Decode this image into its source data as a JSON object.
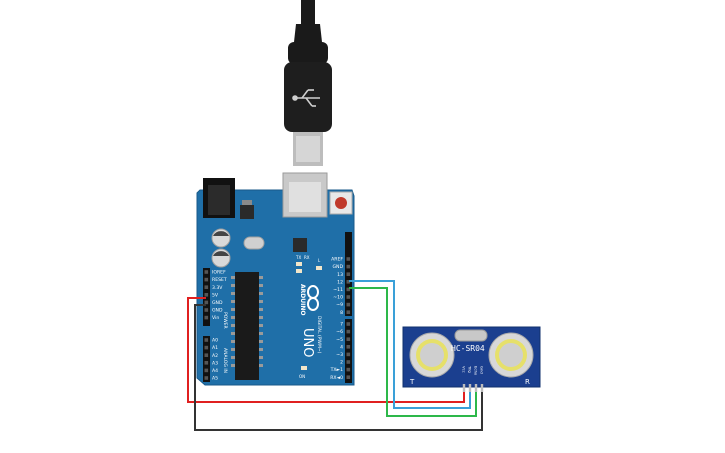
{
  "board": {
    "brand": "ARDUINO",
    "model": "UNO",
    "color": "#1f6fa8",
    "tx_label": "TX",
    "rx_label": "RX",
    "l_label": "L",
    "on_label": "ON",
    "power_group_label": "POWER",
    "analog_group_label": "ANALOG IN",
    "digital_group_label": "DIGITAL (PWM~)",
    "power_pins": [
      "IOREF",
      "RESET",
      "3.3V",
      "5V",
      "GND",
      "GND",
      "Vin"
    ],
    "analog_pins": [
      "A0",
      "A1",
      "A2",
      "A3",
      "A4",
      "A5"
    ],
    "digital_pins": [
      "AREF",
      "GND",
      "13",
      "12",
      "~11",
      "~10",
      "~9",
      "8",
      "7",
      "~6",
      "~5",
      "4",
      "~3",
      "2",
      "TX►1",
      "RX◄0"
    ]
  },
  "sensor": {
    "model": "HC-SR04",
    "left_label": "T",
    "right_label": "R",
    "pins": [
      "Vcc",
      "Trig",
      "Echo",
      "Gnd"
    ],
    "color": "#1b3f8f"
  },
  "wires": [
    {
      "name": "vcc-wire",
      "color": "#e02020"
    },
    {
      "name": "gnd-wire",
      "color": "#333333"
    },
    {
      "name": "trig-wire",
      "color": "#3aa0d8"
    },
    {
      "name": "echo-wire",
      "color": "#2db84a"
    }
  ]
}
